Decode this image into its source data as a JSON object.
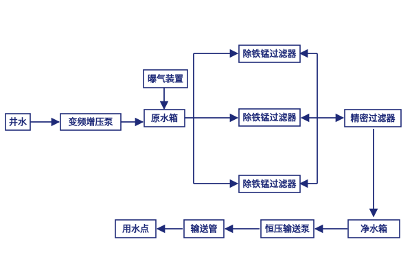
{
  "diagram": {
    "nodes": {
      "well_water": "井水",
      "booster_pump": "变频增压泵",
      "aeration_device": "曝气装置",
      "raw_water_tank": "原水箱",
      "filter_top": "除铁锰过滤器",
      "filter_middle": "除铁锰过滤器",
      "filter_bottom": "除铁锰过滤器",
      "precision_filter": "精密过滤器",
      "clean_water_tank": "净水箱",
      "constant_pressure_pump": "恒压输送泵",
      "delivery_pipe": "输送管",
      "water_use_point": "用水点"
    },
    "colors": {
      "line": "#1e2a78",
      "box_border": "#1e2a78",
      "text": "#1e2a78",
      "background": "#ffffff"
    }
  }
}
